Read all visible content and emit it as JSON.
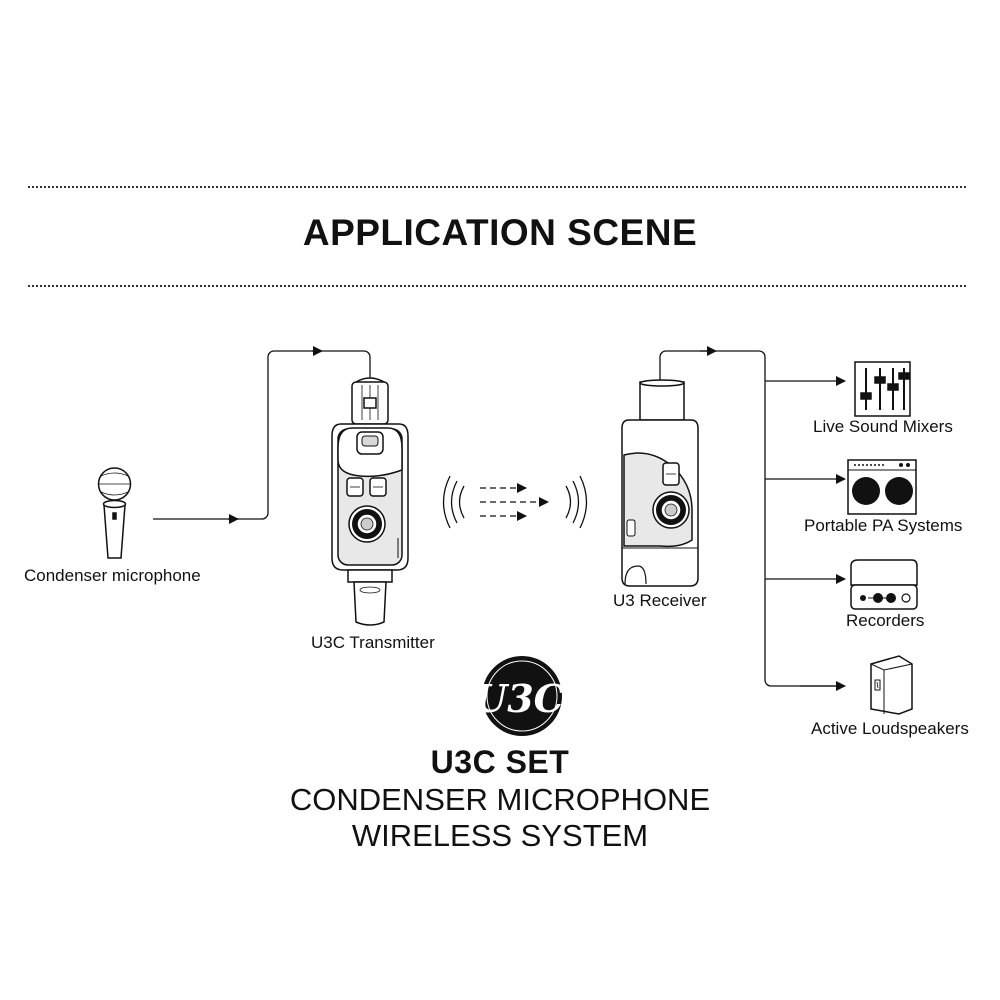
{
  "header": {
    "title": "APPLICATION SCENE"
  },
  "diagram": {
    "source": {
      "label": "Condenser microphone",
      "icon": "microphone-icon"
    },
    "transmitter": {
      "label": "U3C Transmitter",
      "icon": "transmitter-icon"
    },
    "receiver": {
      "label": "U3 Receiver",
      "icon": "receiver-icon"
    },
    "outputs": [
      {
        "label": "Live Sound Mixers",
        "icon": "mixer-icon"
      },
      {
        "label": "Portable PA Systems",
        "icon": "pa-system-icon"
      },
      {
        "label": "Recorders",
        "icon": "recorder-icon"
      },
      {
        "label": "Active Loudspeakers",
        "icon": "loudspeaker-icon"
      }
    ]
  },
  "product": {
    "logo": {
      "text": "U3C",
      "icon": "brand-logo-icon"
    },
    "set_name": "U3C SET",
    "subtitle_line1": "CONDENSER MICROPHONE",
    "subtitle_line2": "WIRELESS SYSTEM"
  },
  "colors": {
    "ink": "#111111",
    "background": "#ffffff"
  }
}
